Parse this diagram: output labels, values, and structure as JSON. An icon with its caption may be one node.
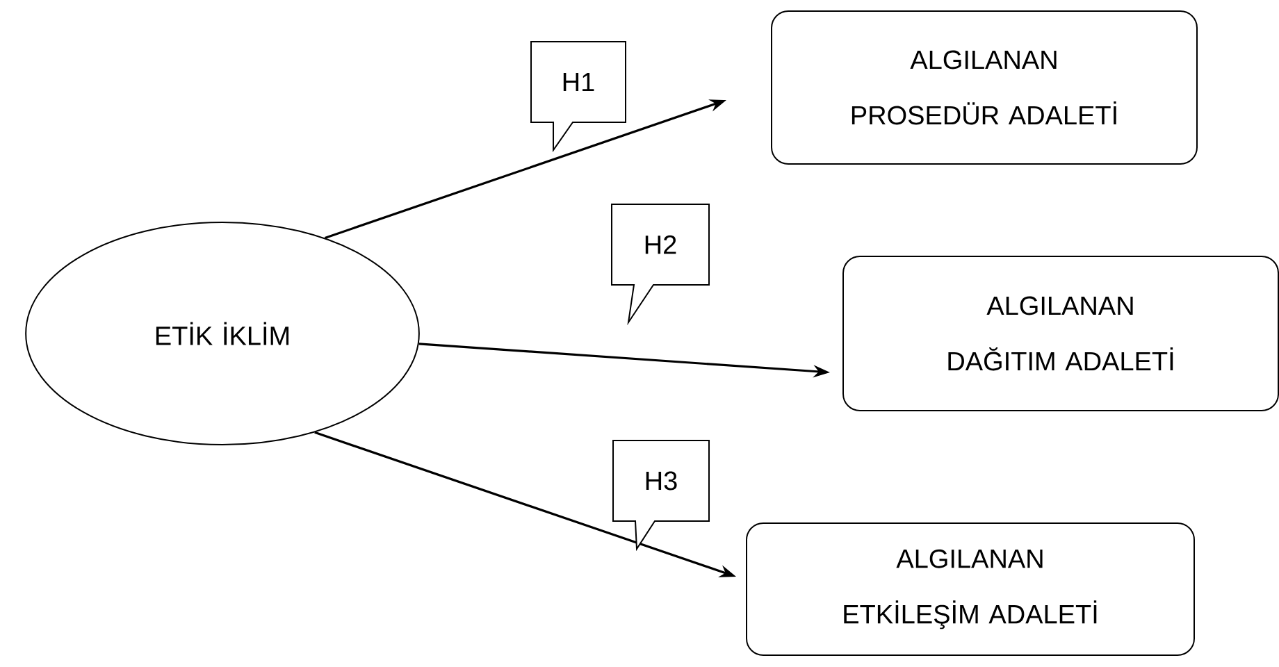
{
  "diagram": {
    "nodes": [
      {
        "text": [
          "ETİK İKLİM"
        ]
      },
      {
        "text": [
          "ALGILANAN PROSEDÜR ADALETİ"
        ]
      },
      {
        "text": [
          "ALGILANAN DAĞITIM ADALETİ"
        ]
      },
      {
        "text": [
          "ALGILANAN ETKİLEŞİM ADALETİ"
        ]
      }
    ],
    "edges": [
      {
        "from": 0,
        "to": 1,
        "arrow": "to",
        "label": "H1"
      },
      {
        "from": 0,
        "to": 2,
        "arrow": "to",
        "label": "H2"
      },
      {
        "from": 0,
        "to": 3,
        "arrow": "to",
        "label": "H3"
      }
    ]
  }
}
